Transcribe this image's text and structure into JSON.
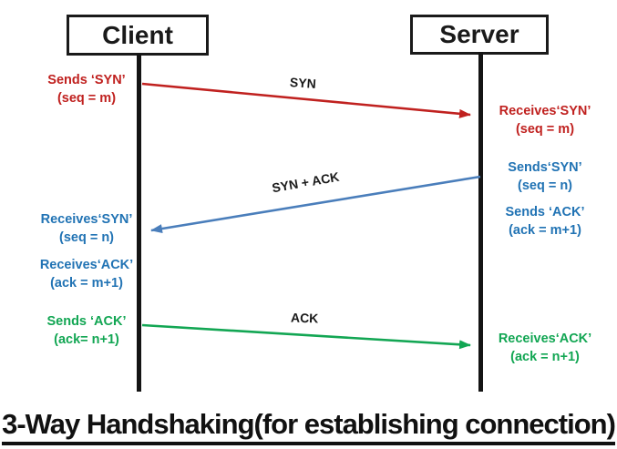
{
  "diagram": {
    "title": "3-Way Handshaking(for establishing connection)",
    "nodes": {
      "client": "Client",
      "server": "Server"
    },
    "messages": {
      "syn": {
        "label": "SYN"
      },
      "syn_ack": {
        "label": "SYN + ACK"
      },
      "ack": {
        "label": "ACK"
      }
    },
    "client_notes": [
      {
        "line1": "Sends ‘SYN’",
        "line2": "(seq = m)"
      },
      {
        "line1": "Receives‘SYN’",
        "line2": "(seq = n)"
      },
      {
        "line1": "Receives‘ACK’",
        "line2": "(ack = m+1)"
      },
      {
        "line1": "Sends ‘ACK’",
        "line2": "(ack= n+1)"
      }
    ],
    "server_notes": [
      {
        "line1": "Receives‘SYN’",
        "line2": "(seq = m)"
      },
      {
        "line1": "Sends‘SYN’",
        "line2": "(seq = n)"
      },
      {
        "line1": "Sends ‘ACK’",
        "line2": "(ack = m+1)"
      },
      {
        "line1": "Receives‘ACK’",
        "line2": "(ack = n+1)"
      }
    ],
    "colors": {
      "syn_red": "#C0211F",
      "synack_blue_text": "#2173B4",
      "synack_blue_line": "#4A7EBB",
      "ack_green": "#12A653",
      "black": "#1A1A1A"
    }
  }
}
